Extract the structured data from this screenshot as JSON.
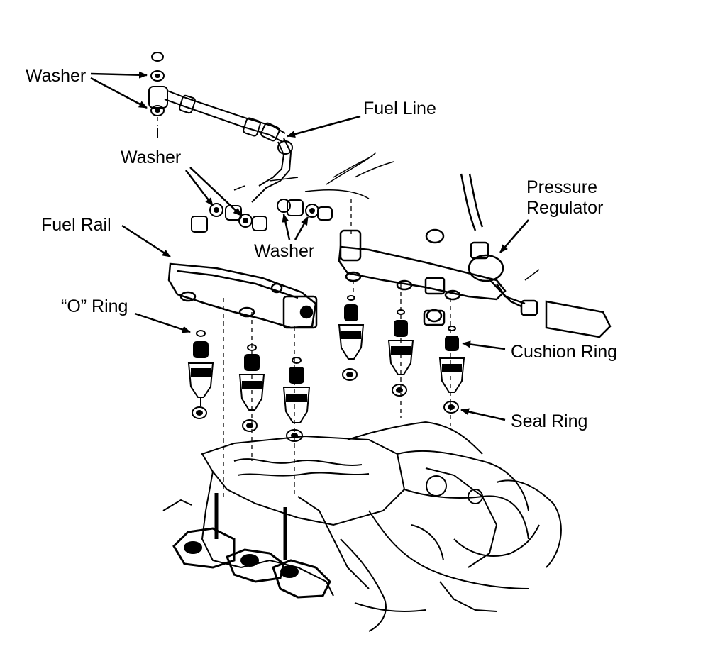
{
  "labels": {
    "washer_top": "Washer",
    "fuel_line": "Fuel Line",
    "washer_mid": "Washer",
    "fuel_rail": "Fuel Rail",
    "washer_lower": "Washer",
    "pressure_regulator_line1": "Pressure",
    "pressure_regulator_line2": "Regulator",
    "o_ring": "“O” Ring",
    "cushion_ring": "Cushion Ring",
    "seal_ring": "Seal Ring"
  },
  "colors": {
    "ink": "#000000",
    "paper": "#ffffff"
  }
}
